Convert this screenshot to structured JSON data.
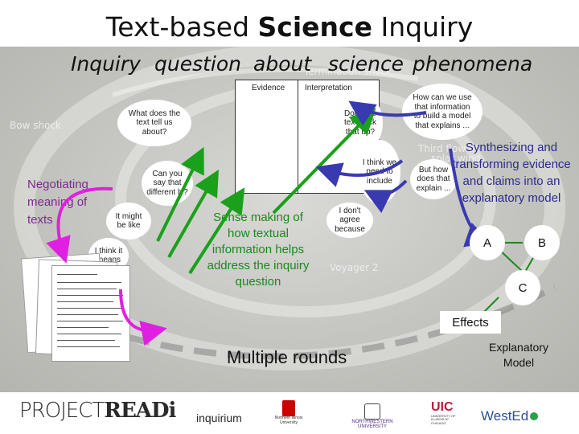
{
  "title": {
    "prefix": "Text-based ",
    "bold": "Science",
    "suffix": " Inquiry"
  },
  "inquiry_line": [
    "Inquiry",
    "question",
    "about",
    "science",
    "phenomena"
  ],
  "background_labels": {
    "bow_shock": "Bow shock",
    "termination": "Termination shock",
    "voyager2": "Voyager 2",
    "solar_wind": "solar wind",
    "third_flow": "Third flow of"
  },
  "table": {
    "col1": "Evidence",
    "col2": "Interpretation"
  },
  "bubbles": {
    "what_text": "What does the text tell us about?",
    "does_text": "Does the text back that up?",
    "how_can": "How can we use that information to build a model that explains ...",
    "can_you": "Can you say that different ly?",
    "it_might": "It might be like",
    "i_think_means": "I think it means",
    "i_think_include": "I think we need to include",
    "dont_agree": "I don't agree because",
    "but_how": "But how does that explain ..."
  },
  "left_text": "Negotiating meaning of texts",
  "green_text": "Sense making of how textual information helps address the inquiry question",
  "right_text": "Synthesizing and transforming evidence and claims into an explanatory model",
  "model_labels": {
    "a": "A",
    "b": "B",
    "c": "C"
  },
  "effects": "Effects",
  "multiple_rounds": "Multiple rounds",
  "explanatory_model": "Explanatory Model",
  "logos": {
    "project": "PROJECT",
    "readi": "READi",
    "inquirium": "inquirium",
    "niu": "Northern Illinois University",
    "nu": "NORTHWESTERN UNIVERSITY",
    "uic": "UIC",
    "uic_sub": "UNIVERSITY OF ILLINOIS AT CHICAGO",
    "wested": "WestEd"
  },
  "colors": {
    "purple": "#7b2a8c",
    "green": "#1a8a1a",
    "blue": "#2b2b8c",
    "magenta": "#e020e0",
    "arrow_green": "#1aa01a",
    "arrow_blue": "#3a3ab0"
  }
}
